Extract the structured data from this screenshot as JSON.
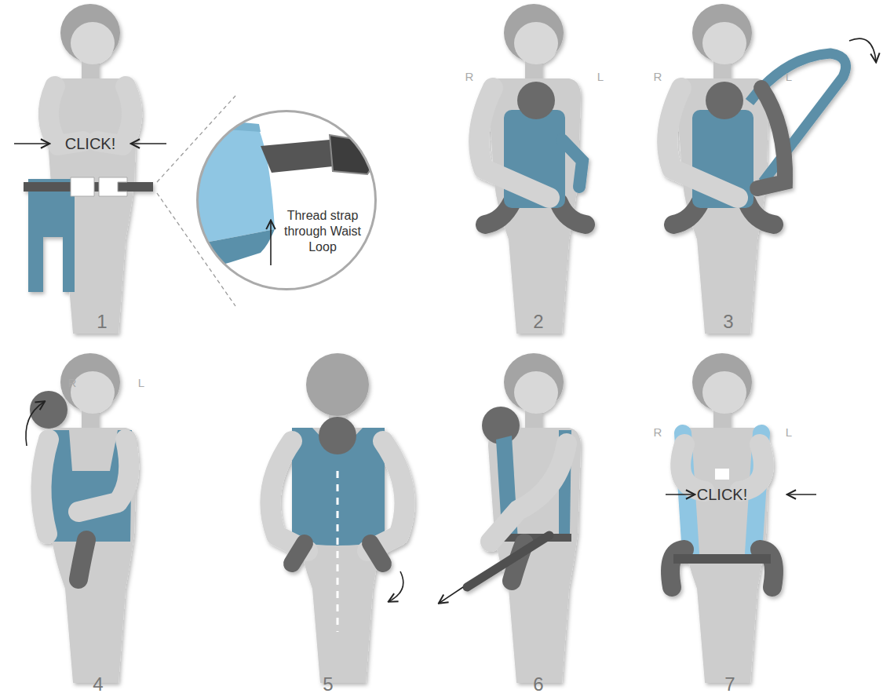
{
  "diagram": {
    "nodes": [
      {
        "text": [
          "Thread strap through Waist Loop"
        ]
      }
    ],
    "labels": [
      "CLICK!",
      "1",
      "R",
      "L",
      "2",
      "R",
      "L",
      "3",
      "R",
      "L",
      "4",
      "5",
      "6",
      "R",
      "L",
      "CLICK!",
      "7"
    ]
  }
}
